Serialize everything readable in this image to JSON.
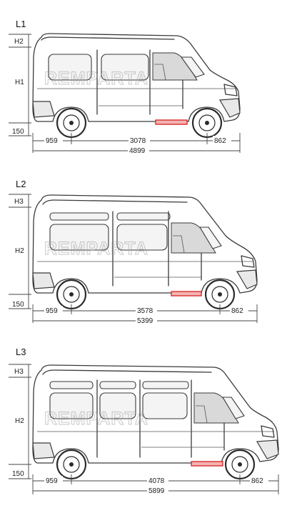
{
  "variants": [
    {
      "id": "L1",
      "label": "L1",
      "height_labels": [
        "H2",
        "H1"
      ],
      "ground_clearance": "150",
      "front_overhang": "959",
      "wheelbase": "3078",
      "rear_overhang": "862",
      "overall_length": "4899",
      "watermark": "REMPARTA"
    },
    {
      "id": "L2",
      "label": "L2",
      "height_labels": [
        "H3",
        "H2"
      ],
      "ground_clearance": "150",
      "front_overhang": "959",
      "wheelbase": "3578",
      "rear_overhang": "862",
      "overall_length": "5399",
      "watermark": "REMPARTA"
    },
    {
      "id": "L3",
      "label": "L3",
      "height_labels": [
        "H3",
        "H2"
      ],
      "ground_clearance": "150",
      "front_overhang": "959",
      "wheelbase": "4078",
      "rear_overhang": "862",
      "overall_length": "5899",
      "watermark": "REMPARTA"
    }
  ],
  "highlight_color": "#d62020"
}
